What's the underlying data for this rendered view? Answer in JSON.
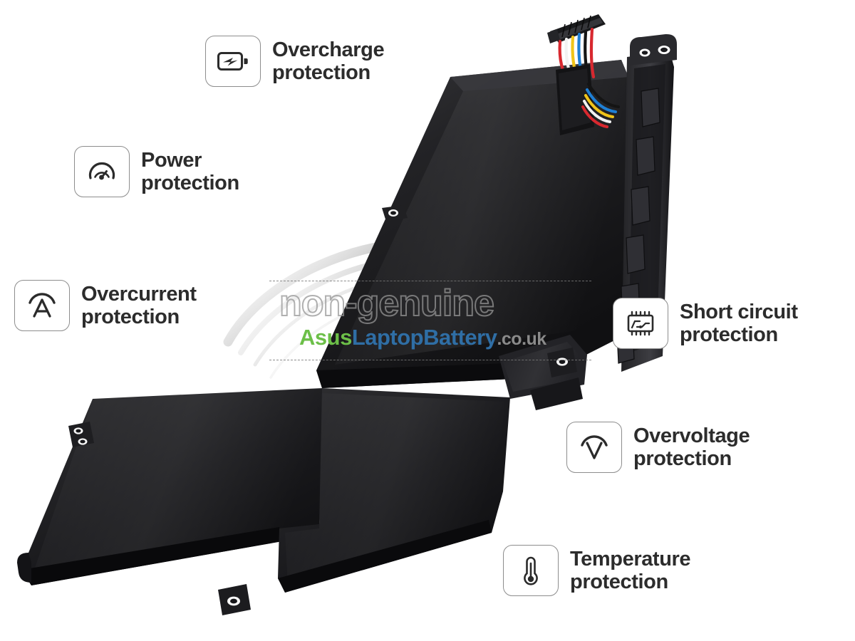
{
  "page": {
    "background_color": "#ffffff",
    "product_description": "Asus laptop battery pack, black L-shaped multi-cell assembly with ribbon connector and coloured wires"
  },
  "watermark": {
    "overlay_text": "non-genuine",
    "site": {
      "brand": "Asus",
      "main": "LaptopBattery",
      "tld": ".co.uk"
    },
    "colors": {
      "brand": "#6cbf48",
      "main": "#2f6ea5",
      "tld": "#8a8a8a",
      "outline": "#969696"
    }
  },
  "features": [
    {
      "id": "overcharge",
      "icon": "battery-bolt-icon",
      "label": "Overcharge\nprotection"
    },
    {
      "id": "power",
      "icon": "gauge-icon",
      "label": "Power\nprotection"
    },
    {
      "id": "overcurrent",
      "icon": "ampere-arc-icon",
      "label": "Overcurrent\nprotection"
    },
    {
      "id": "short-circuit",
      "icon": "microchip-icon",
      "label": "Short circuit\nprotection"
    },
    {
      "id": "overvoltage",
      "icon": "volt-arc-icon",
      "label": "Overvoltage\nprotection"
    },
    {
      "id": "temperature",
      "icon": "thermometer-icon",
      "label": "Temperature\nprotection"
    }
  ],
  "colors": {
    "badge_border": "#8d8d8d",
    "icon_stroke": "#2b2b2b",
    "label_text": "#2c2c2c",
    "battery_body": "#1c1c1e",
    "wire_red": "#d8282f",
    "wire_white": "#f2f2f2",
    "wire_yellow": "#f0c419",
    "wire_blue": "#1e7fd4",
    "wire_black": "#141414"
  }
}
